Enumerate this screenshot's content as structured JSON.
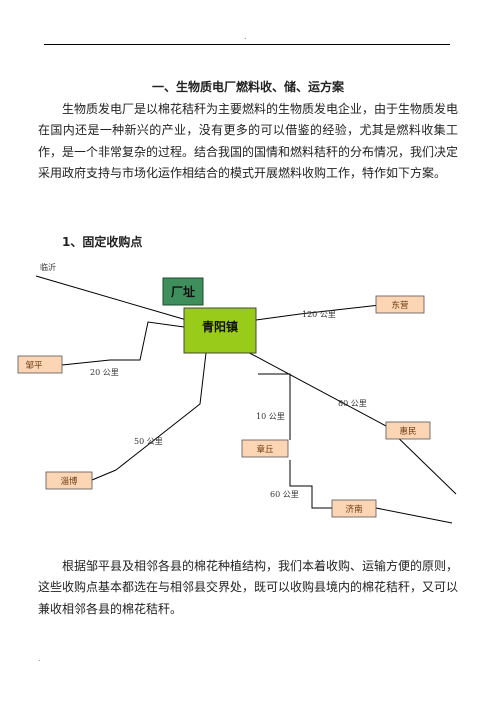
{
  "header": {
    "mark": "."
  },
  "title": "一、生物质电厂燃料收、储、运方案",
  "paragraph1": "生物质发电厂是以棉花秸秆为主要燃料的生物质发电企业，由于生物质发电在国内还是一种新兴的产业，没有更多的可以借鉴的经验，尤其是燃料收集工作，是一个非常复杂的过程。结合我国的国情和燃料秸秆的分布情况，我们决定采用政府支持与市场化运作相结合的模式开展燃料收购工作，特作如下方案。",
  "subheading": "1、固定收购点",
  "diagram": {
    "places": {
      "linyi": "临沂",
      "factory": "厂址",
      "center": "青阳镇",
      "dongying": "东营",
      "zouping": "邹平",
      "huimin": "惠民",
      "zhangqiu": "章丘",
      "zibo": "淄博",
      "jinan": "济南"
    },
    "distances": {
      "d120": "120 公里",
      "d20": "20 公里",
      "d80": "80 公里",
      "d10": "10 公里",
      "d50": "50 公里",
      "d60": "60 公里"
    },
    "colors": {
      "factory_fill": "#3f8f5c",
      "center_fill": "#99cc1a",
      "place_fill": "#fcd5b4",
      "line": "#000000"
    }
  },
  "paragraph2": "根据邹平县及相邻各县的棉花种植结构，我们本着收购、运输方便的原则，这些收购点基本都选在与相邻县交界处，既可以收购县境内的棉花秸秆，又可以兼收相邻各县的棉花秸秆。",
  "footer": {
    "mark": "."
  }
}
